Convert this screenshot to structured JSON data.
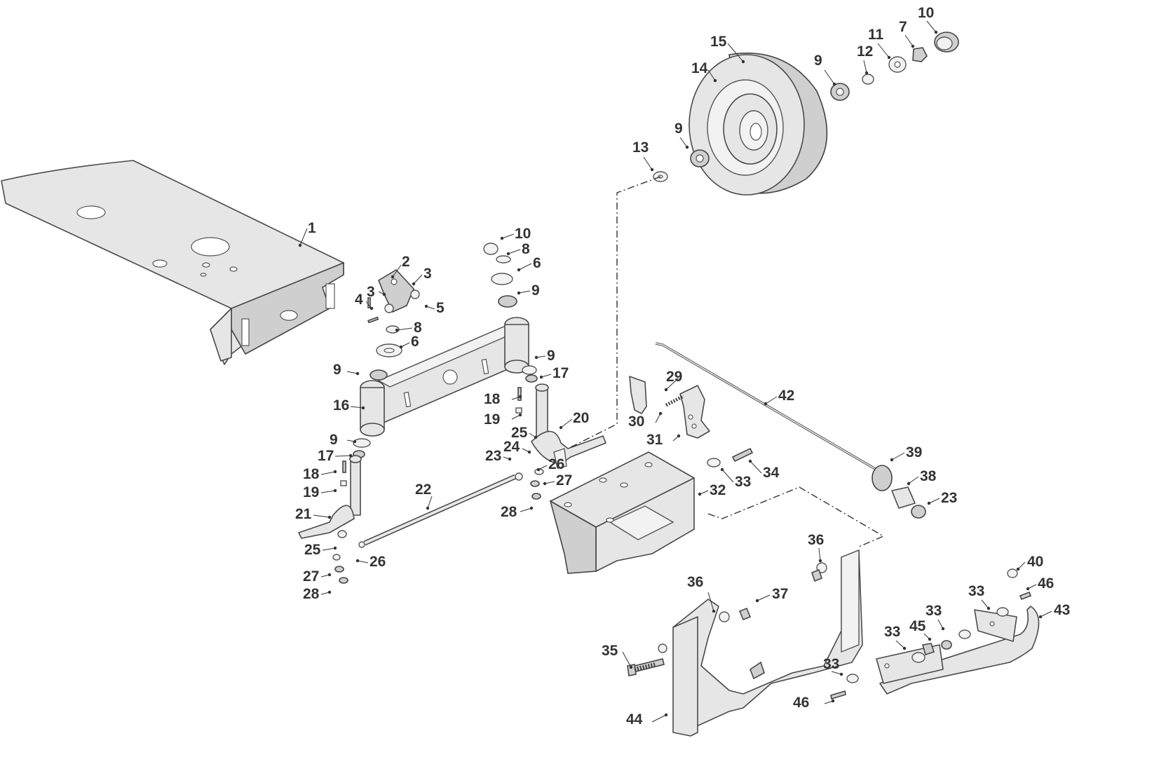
{
  "callouts": [
    {
      "id": "c1",
      "label": "1"
    },
    {
      "id": "c2",
      "label": "2"
    },
    {
      "id": "c3a",
      "label": "3"
    },
    {
      "id": "c3b",
      "label": "3"
    },
    {
      "id": "c4",
      "label": "4"
    },
    {
      "id": "c5",
      "label": "5"
    },
    {
      "id": "c8a",
      "label": "8"
    },
    {
      "id": "c6a",
      "label": "6"
    },
    {
      "id": "c9a",
      "label": "9"
    },
    {
      "id": "c16",
      "label": "16"
    },
    {
      "id": "c10a",
      "label": "10"
    },
    {
      "id": "c8b",
      "label": "8"
    },
    {
      "id": "c6b",
      "label": "6"
    },
    {
      "id": "c9b",
      "label": "9"
    },
    {
      "id": "c9c",
      "label": "9"
    },
    {
      "id": "c17a",
      "label": "17"
    },
    {
      "id": "c18a",
      "label": "18"
    },
    {
      "id": "c19a",
      "label": "19"
    },
    {
      "id": "c20",
      "label": "20"
    },
    {
      "id": "c25a",
      "label": "25"
    },
    {
      "id": "c24",
      "label": "24"
    },
    {
      "id": "c23a",
      "label": "23"
    },
    {
      "id": "c26a",
      "label": "26"
    },
    {
      "id": "c27a",
      "label": "27"
    },
    {
      "id": "c28a",
      "label": "28"
    },
    {
      "id": "c22",
      "label": "22"
    },
    {
      "id": "c9d",
      "label": "9"
    },
    {
      "id": "c17b",
      "label": "17"
    },
    {
      "id": "c18b",
      "label": "18"
    },
    {
      "id": "c19b",
      "label": "19"
    },
    {
      "id": "c21",
      "label": "21"
    },
    {
      "id": "c25b",
      "label": "25"
    },
    {
      "id": "c26b",
      "label": "26"
    },
    {
      "id": "c27b",
      "label": "27"
    },
    {
      "id": "c28b",
      "label": "28"
    },
    {
      "id": "c15",
      "label": "15"
    },
    {
      "id": "c14",
      "label": "14"
    },
    {
      "id": "c9e",
      "label": "9"
    },
    {
      "id": "c12",
      "label": "12"
    },
    {
      "id": "c11",
      "label": "11"
    },
    {
      "id": "c7",
      "label": "7"
    },
    {
      "id": "c10b",
      "label": "10"
    },
    {
      "id": "c9f",
      "label": "9"
    },
    {
      "id": "c13",
      "label": "13"
    },
    {
      "id": "c29",
      "label": "29"
    },
    {
      "id": "c30",
      "label": "30"
    },
    {
      "id": "c31",
      "label": "31"
    },
    {
      "id": "c42",
      "label": "42"
    },
    {
      "id": "c34",
      "label": "34"
    },
    {
      "id": "c33a",
      "label": "33"
    },
    {
      "id": "c32",
      "label": "32"
    },
    {
      "id": "c39",
      "label": "39"
    },
    {
      "id": "c38",
      "label": "38"
    },
    {
      "id": "c23b",
      "label": "23"
    },
    {
      "id": "c36a",
      "label": "36"
    },
    {
      "id": "c36b",
      "label": "36"
    },
    {
      "id": "c37",
      "label": "37"
    },
    {
      "id": "c35",
      "label": "35"
    },
    {
      "id": "c44",
      "label": "44"
    },
    {
      "id": "c33b",
      "label": "33"
    },
    {
      "id": "c46a",
      "label": "46"
    },
    {
      "id": "c40",
      "label": "40"
    },
    {
      "id": "c46b",
      "label": "46"
    },
    {
      "id": "c43",
      "label": "43"
    },
    {
      "id": "c33c",
      "label": "33"
    },
    {
      "id": "c33d",
      "label": "33"
    },
    {
      "id": "c33e",
      "label": "33"
    },
    {
      "id": "c45",
      "label": "45"
    }
  ]
}
